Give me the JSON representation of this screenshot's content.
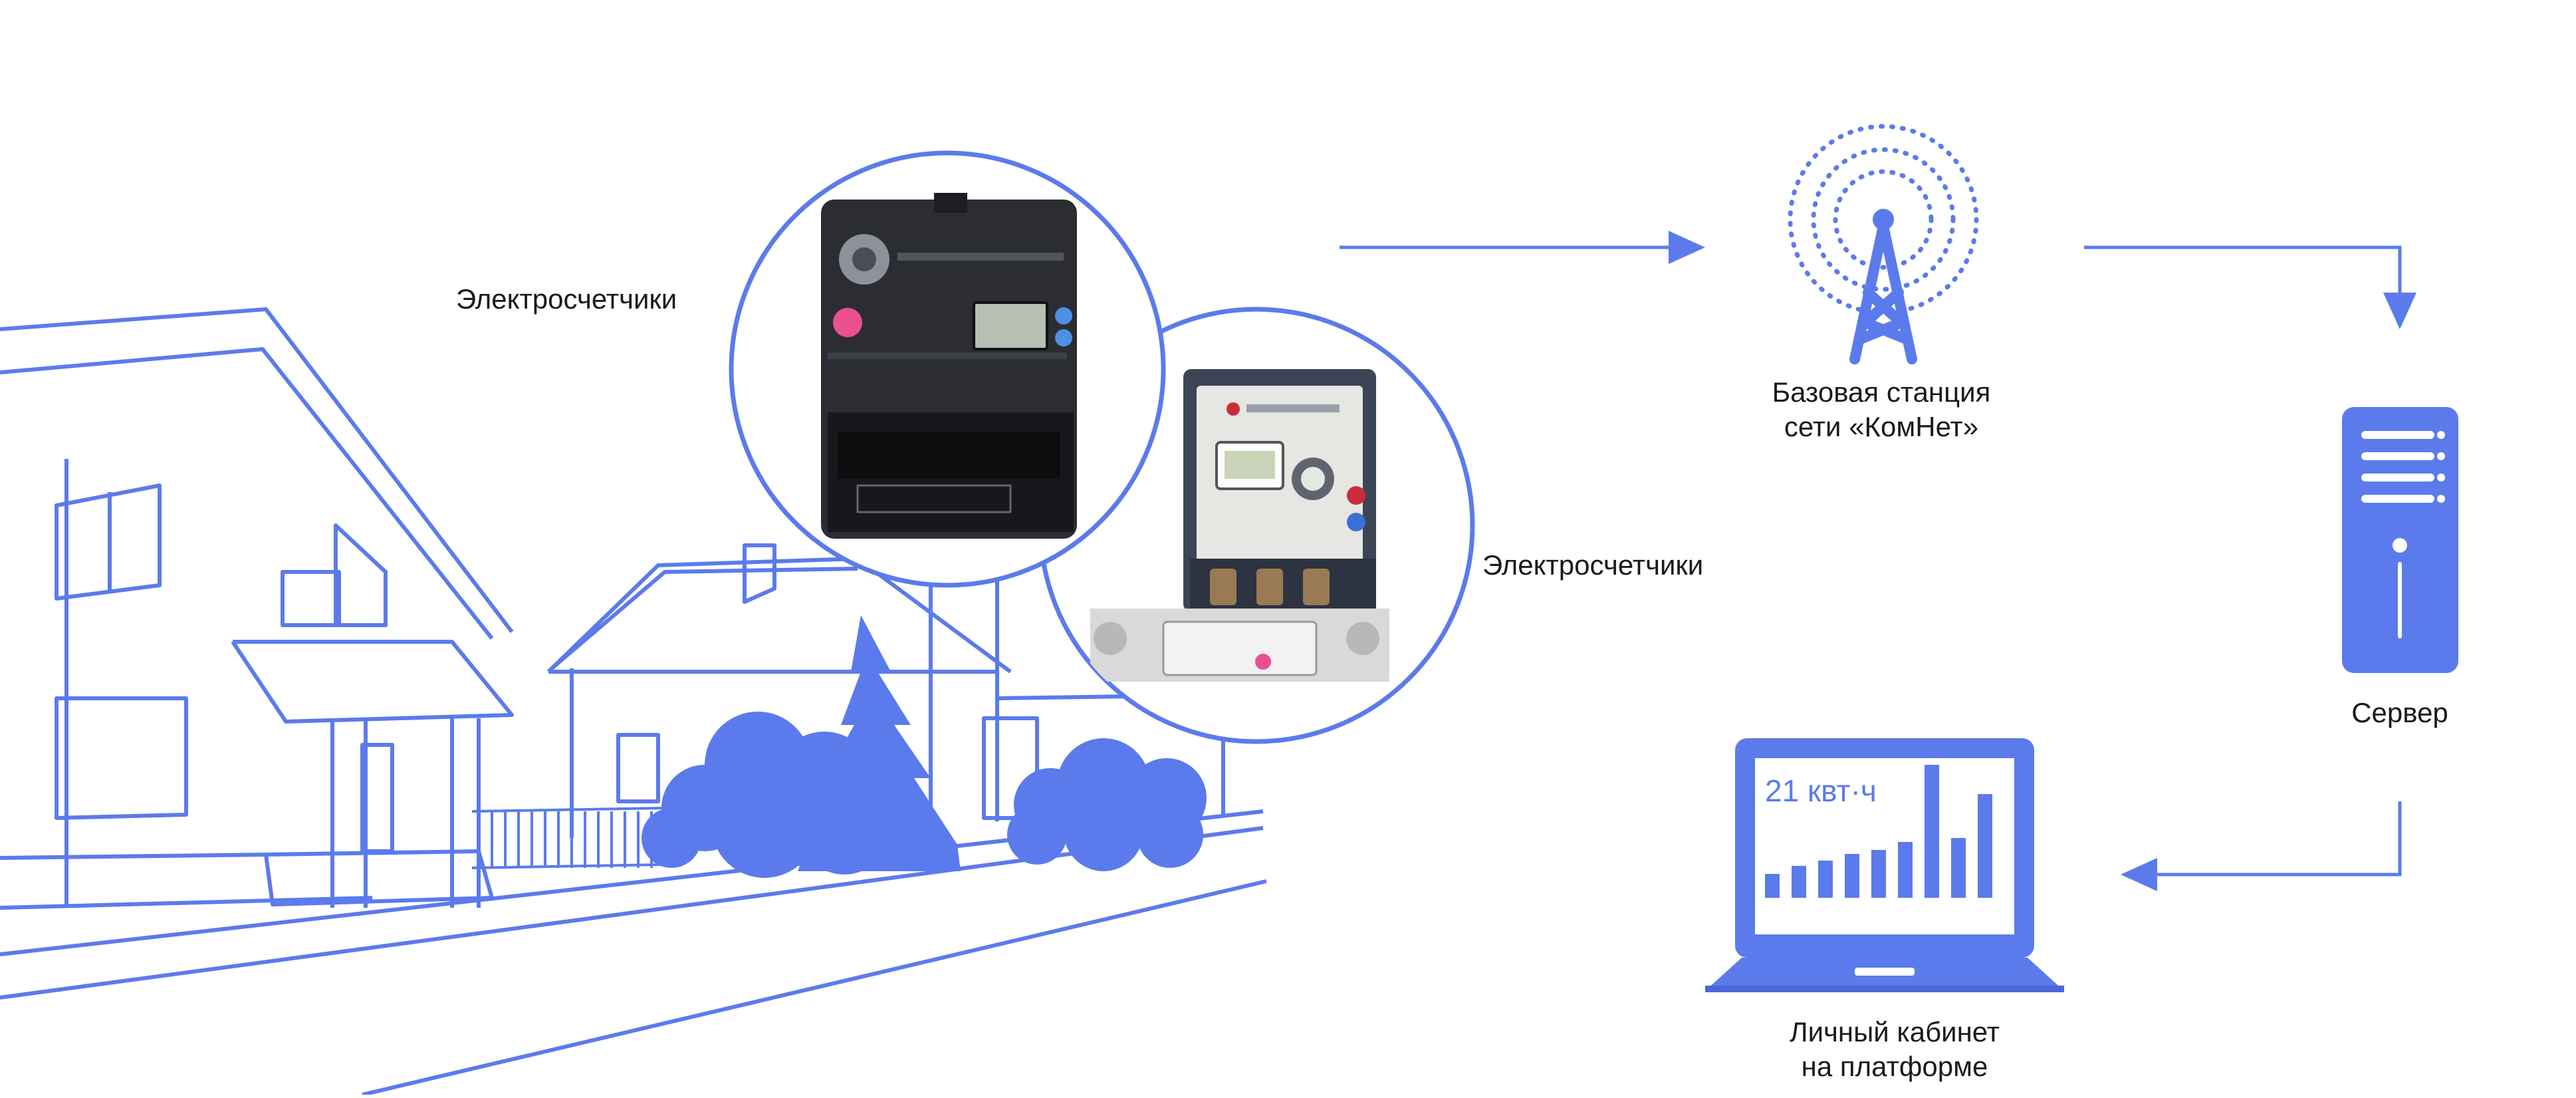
{
  "colors": {
    "accent": "#5b7bec",
    "accent_dark": "#4a67d6",
    "text": "#1a1a1a",
    "meter_dark": "#2b2d33",
    "meter_pink": "#ec4f8f"
  },
  "labels": {
    "meters_top": "Электросчетчики",
    "meters_right": "Электросчетчики",
    "base_station_line1": "Базовая станция",
    "base_station_line2": "сети «КомНет»",
    "server": "Сервер",
    "cabinet_line1": "Личный кабинет",
    "cabinet_line2": "на платформе"
  },
  "laptop_screen": {
    "reading": "21 квт·ч",
    "bars": [
      0.18,
      0.24,
      0.28,
      0.33,
      0.36,
      0.42,
      1.0,
      0.45,
      0.78
    ]
  },
  "icons": {
    "house": "house-outline-icon",
    "tree": "tree-icon",
    "bushes": "bush-icon",
    "meters": "electricity-meter-icon",
    "tower": "radio-tower-icon",
    "server": "server-icon",
    "laptop": "laptop-icon",
    "arrows": "arrow-icon"
  }
}
